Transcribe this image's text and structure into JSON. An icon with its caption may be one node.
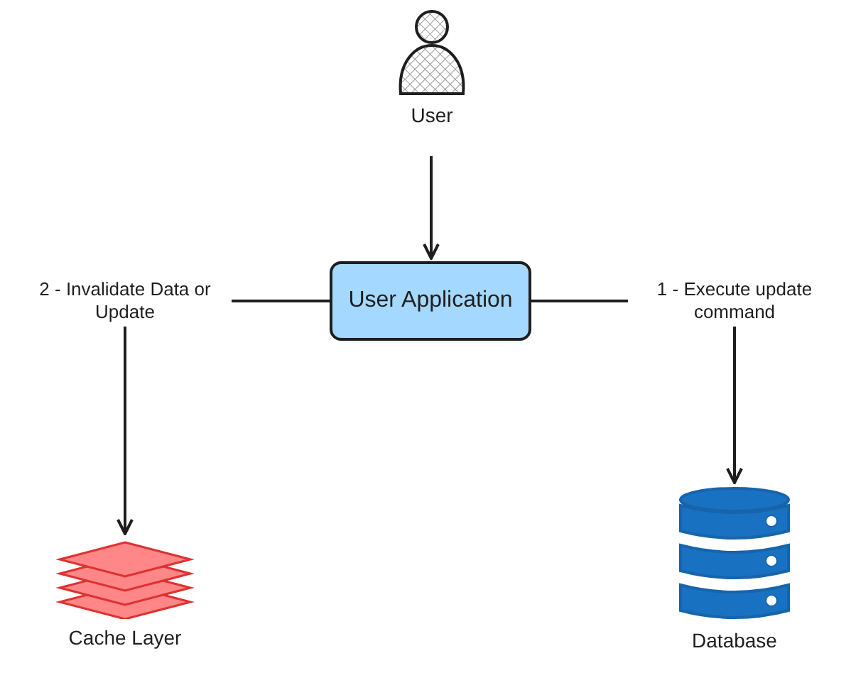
{
  "diagram": {
    "nodes": [
      {
        "text": [
          "User"
        ]
      },
      {
        "text": [
          "User Application"
        ]
      },
      {
        "text": [
          "Cache Layer"
        ]
      },
      {
        "text": [
          "Database"
        ]
      }
    ],
    "edges": [
      {
        "from": 0,
        "to": 1,
        "arrow": "to"
      },
      {
        "from": 1,
        "to": 2,
        "arrow": "to",
        "label": "2 - Invalidate Data or Update"
      },
      {
        "from": 1,
        "to": 3,
        "arrow": "to",
        "label": "1 - Execute update command"
      }
    ]
  }
}
